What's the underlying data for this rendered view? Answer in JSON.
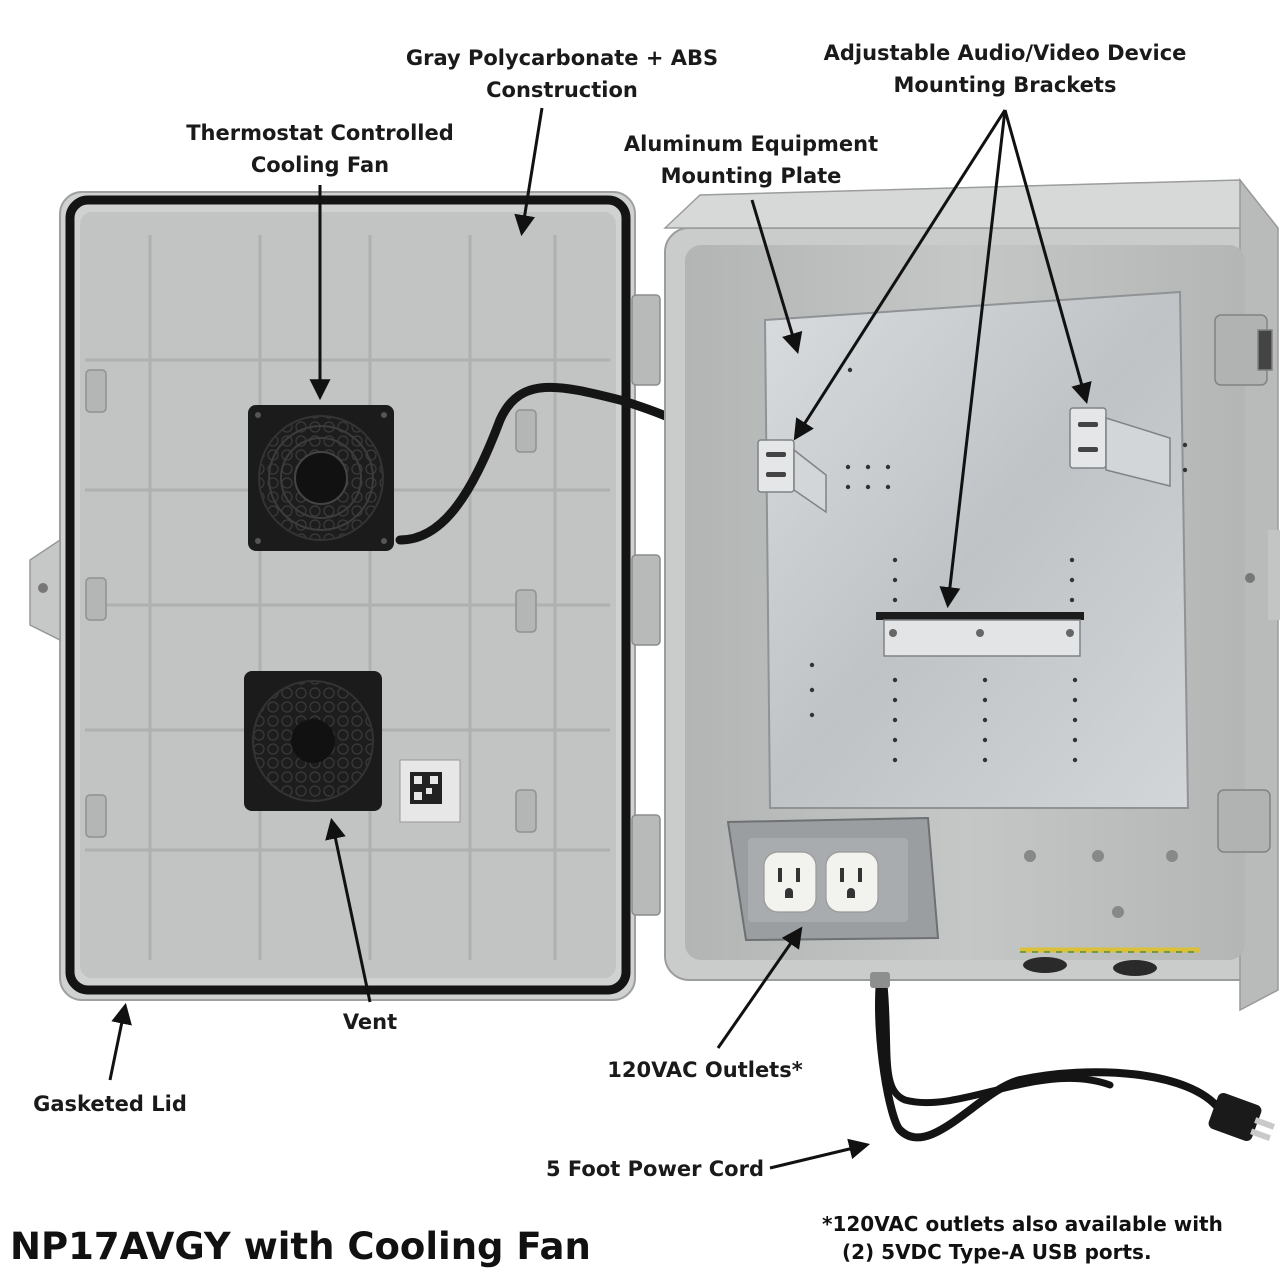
{
  "callouts": {
    "housing": {
      "line1": "Gray Polycarbonate + ABS",
      "line2": "Construction"
    },
    "brackets": {
      "line1": "Adjustable Audio/Video Device",
      "line2": "Mounting Brackets"
    },
    "fan": {
      "line1": "Thermostat Controlled",
      "line2": "Cooling Fan"
    },
    "plate": {
      "line1": "Aluminum Equipment",
      "line2": "Mounting Plate"
    },
    "vent": "Vent",
    "lid": "Gasketed Lid",
    "outlets": "120VAC Outlets*",
    "cord": "5 Foot Power Cord"
  },
  "product_title": "NP17AVGY with Cooling Fan",
  "footnote": {
    "line1": "*120VAC outlets also available with",
    "line2": "(2) 5VDC Type-A USB ports."
  },
  "colors": {
    "enclosure_gray": "#c9ccca",
    "enclosure_inner": "#b9bcba",
    "gasket": "#141414",
    "aluminum": "#c8cbcd",
    "fan_black": "#1b1b1b",
    "outlet_white": "#f2f2ee",
    "ground_wire": "#d9c23a"
  },
  "icons": [
    "fan-icon",
    "vent-icon",
    "qr-label-icon",
    "outlet-icon",
    "power-plug-icon",
    "bracket-icon"
  ]
}
